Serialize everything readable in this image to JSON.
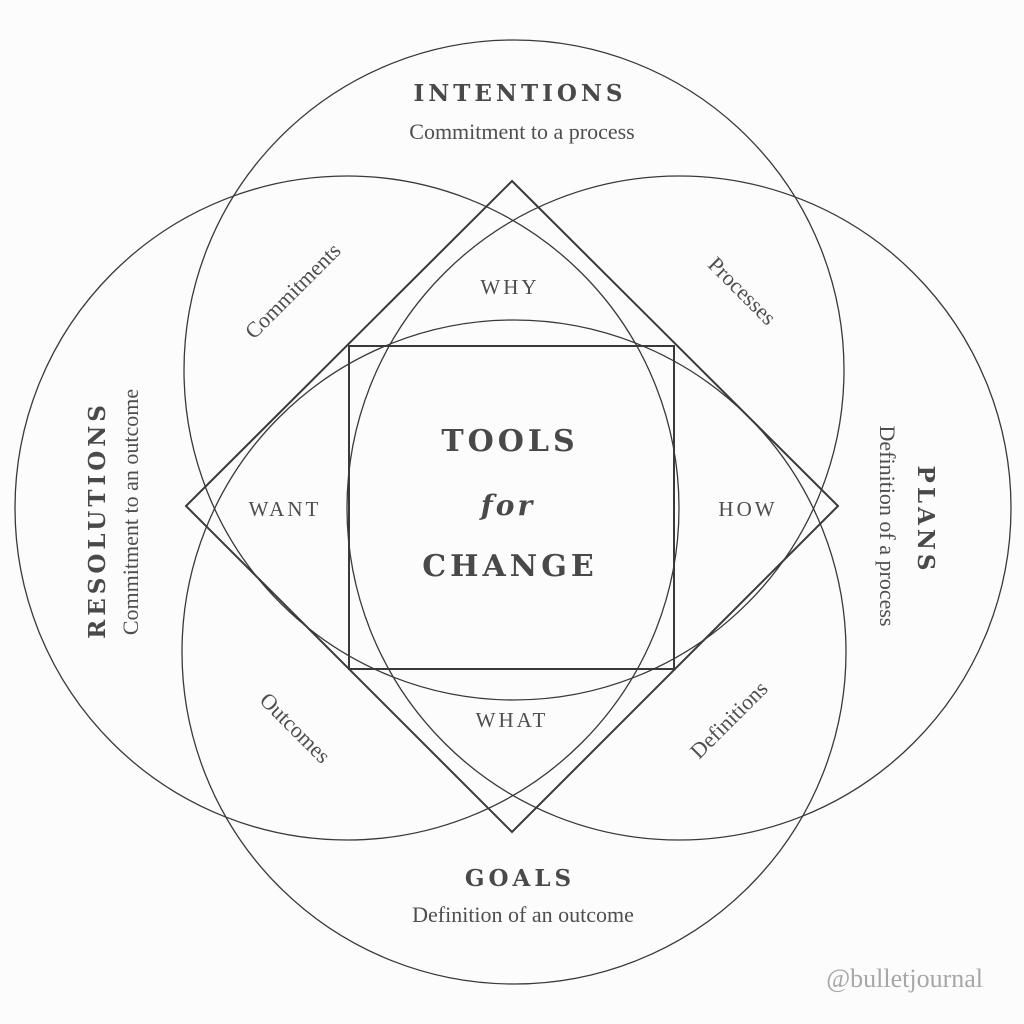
{
  "center": {
    "line1": "TOOLS",
    "line2": "for",
    "line3": "CHANGE"
  },
  "circles": {
    "intentions": {
      "title": "INTENTIONS",
      "subtitle": "Commitment to a process"
    },
    "resolutions": {
      "title": "RESOLUTIONS",
      "subtitle": "Commitment to an outcome"
    },
    "plans": {
      "title": "PLANS",
      "subtitle": "Definition of a process"
    },
    "goals": {
      "title": "GOALS",
      "subtitle": "Definition of an outcome"
    }
  },
  "diamond": {
    "top": "WHY",
    "left": "WANT",
    "right": "HOW",
    "bottom": "WHAT"
  },
  "overlaps": {
    "top_left": "Commitments",
    "top_right": "Processes",
    "bottom_left": "Outcomes",
    "bottom_right": "Definitions"
  },
  "credit": "@bulletjournal"
}
